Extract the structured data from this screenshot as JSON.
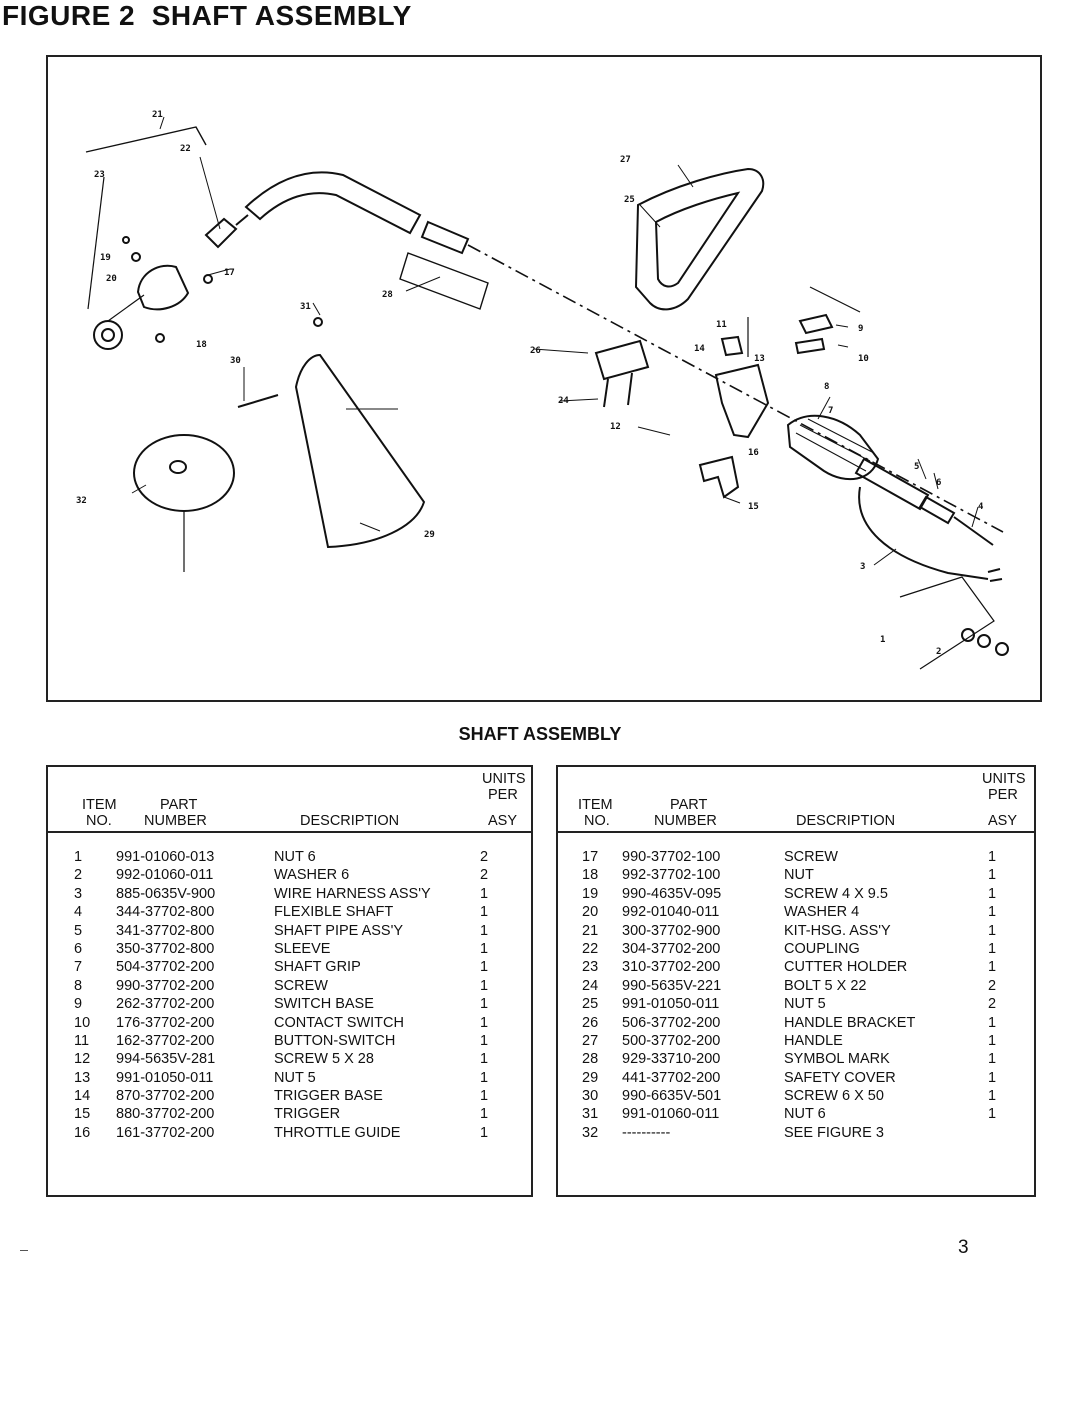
{
  "figure_title": "FIGURE 2  SHAFT ASSEMBLY",
  "section_title": "SHAFT ASSEMBLY",
  "page_number": "3",
  "diagram": {
    "callouts": [
      "1",
      "2",
      "3",
      "4",
      "5",
      "6",
      "7",
      "8",
      "9",
      "10",
      "11",
      "12",
      "13",
      "14",
      "15",
      "16",
      "17",
      "18",
      "19",
      "20",
      "21",
      "22",
      "23",
      "24",
      "25",
      "26",
      "27",
      "28",
      "29",
      "30",
      "31",
      "32"
    ]
  },
  "table_headers": {
    "item_line1": "ITEM",
    "item_line2": "NO.",
    "part_line1": "PART",
    "part_line2": "NUMBER",
    "description": "DESCRIPTION",
    "units_line1": "UNITS",
    "units_line2": "PER",
    "units_line3": "ASY"
  },
  "parts_left": [
    {
      "item": "1",
      "part": "991-01060-013",
      "desc": "NUT 6",
      "units": "2"
    },
    {
      "item": "2",
      "part": "992-01060-011",
      "desc": "WASHER 6",
      "units": "2"
    },
    {
      "item": "3",
      "part": "885-0635V-900",
      "desc": "WIRE HARNESS ASS'Y",
      "units": "1"
    },
    {
      "item": "4",
      "part": "344-37702-800",
      "desc": "FLEXIBLE SHAFT",
      "units": "1"
    },
    {
      "item": "5",
      "part": "341-37702-800",
      "desc": "SHAFT PIPE ASS'Y",
      "units": "1"
    },
    {
      "item": "6",
      "part": "350-37702-800",
      "desc": "SLEEVE",
      "units": "1"
    },
    {
      "item": "7",
      "part": "504-37702-200",
      "desc": "SHAFT GRIP",
      "units": "1"
    },
    {
      "item": "8",
      "part": "990-37702-200",
      "desc": "SCREW",
      "units": "1"
    },
    {
      "item": "9",
      "part": "262-37702-200",
      "desc": "SWITCH BASE",
      "units": "1"
    },
    {
      "item": "10",
      "part": "176-37702-200",
      "desc": "CONTACT SWITCH",
      "units": "1"
    },
    {
      "item": "11",
      "part": "162-37702-200",
      "desc": "BUTTON-SWITCH",
      "units": "1"
    },
    {
      "item": "12",
      "part": "994-5635V-281",
      "desc": "SCREW 5 X 28",
      "units": "1"
    },
    {
      "item": "13",
      "part": "991-01050-011",
      "desc": "NUT 5",
      "units": "1"
    },
    {
      "item": "14",
      "part": "870-37702-200",
      "desc": "TRIGGER BASE",
      "units": "1"
    },
    {
      "item": "15",
      "part": "880-37702-200",
      "desc": "TRIGGER",
      "units": "1"
    },
    {
      "item": "16",
      "part": "161-37702-200",
      "desc": "THROTTLE GUIDE",
      "units": "1"
    }
  ],
  "parts_right": [
    {
      "item": "17",
      "part": "990-37702-100",
      "desc": "SCREW",
      "units": "1"
    },
    {
      "item": "18",
      "part": "992-37702-100",
      "desc": "NUT",
      "units": "1"
    },
    {
      "item": "19",
      "part": "990-4635V-095",
      "desc": "SCREW 4 X 9.5",
      "units": "1"
    },
    {
      "item": "20",
      "part": "992-01040-011",
      "desc": "WASHER 4",
      "units": "1"
    },
    {
      "item": "21",
      "part": "300-37702-900",
      "desc": "KIT-HSG. ASS'Y",
      "units": "1"
    },
    {
      "item": "22",
      "part": "304-37702-200",
      "desc": "COUPLING",
      "units": "1"
    },
    {
      "item": "23",
      "part": "310-37702-200",
      "desc": "CUTTER HOLDER",
      "units": "1"
    },
    {
      "item": "24",
      "part": "990-5635V-221",
      "desc": "BOLT 5 X 22",
      "units": "2"
    },
    {
      "item": "25",
      "part": "991-01050-011",
      "desc": "NUT 5",
      "units": "2"
    },
    {
      "item": "26",
      "part": "506-37702-200",
      "desc": "HANDLE BRACKET",
      "units": "1"
    },
    {
      "item": "27",
      "part": "500-37702-200",
      "desc": "HANDLE",
      "units": "1"
    },
    {
      "item": "28",
      "part": "929-33710-200",
      "desc": "SYMBOL MARK",
      "units": "1"
    },
    {
      "item": "29",
      "part": "441-37702-200",
      "desc": "SAFETY COVER",
      "units": "1"
    },
    {
      "item": "30",
      "part": "990-6635V-501",
      "desc": "SCREW 6 X 50",
      "units": "1"
    },
    {
      "item": "31",
      "part": "991-01060-011",
      "desc": "NUT 6",
      "units": "1"
    },
    {
      "item": "32",
      "part": "----------",
      "desc": "SEE FIGURE 3",
      "units": ""
    }
  ]
}
